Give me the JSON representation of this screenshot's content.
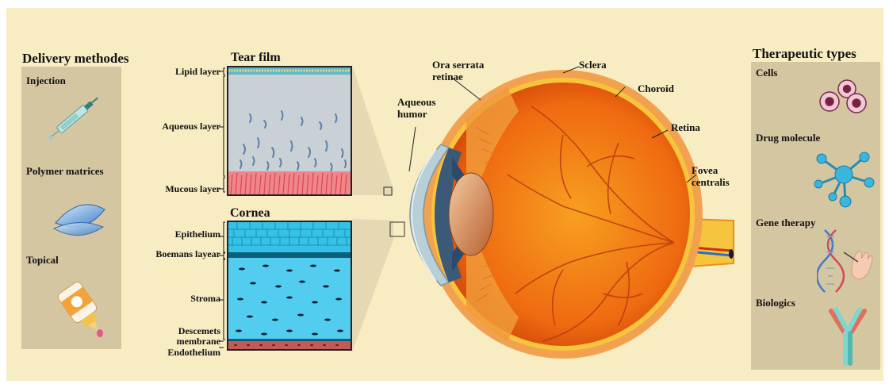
{
  "left_panel": {
    "title": "Delivery methodes",
    "items": [
      {
        "label": "Injection",
        "icon": "syringe-icon"
      },
      {
        "label": "Polymer matrices",
        "icon": "contact-lens-icon"
      },
      {
        "label": "Topical",
        "icon": "eye-drop-bottle-icon"
      }
    ]
  },
  "tear_film": {
    "title": "Tear film",
    "layers": [
      "Lipid layer",
      "Aqueous layer",
      "Mucous layer"
    ]
  },
  "cornea": {
    "title": "Cornea",
    "layers": [
      "Epithelium",
      "Boemans layear",
      "Stroma",
      "Descemets",
      "membrane",
      "Endothelium"
    ]
  },
  "eye": {
    "labels": {
      "ora_serrata_1": "Ora serrata",
      "ora_serrata_2": "retinae",
      "sclera": "Sclera",
      "aqueous_1": "Aqueous",
      "aqueous_2": "humor",
      "choroid": "Choroid",
      "retina": "Retina",
      "fovea_1": "Fovea",
      "fovea_2": "centralis"
    }
  },
  "right_panel": {
    "title": "Therapeutic types",
    "items": [
      {
        "label": "Cells",
        "icon": "cells-icon"
      },
      {
        "label": "Drug molecule",
        "icon": "molecule-icon"
      },
      {
        "label": "Gene therapy",
        "icon": "dna-icon"
      },
      {
        "label": "Biologics",
        "icon": "antibody-icon"
      }
    ]
  },
  "colors": {
    "background": "#f8ecc3",
    "panel": "#d5c6a2",
    "sclera": "#f2a24f",
    "choroid": "#f6c43d",
    "retina": "#ef6a10",
    "vessels": "#b83a10",
    "tear_water": "#c9d1d6",
    "cornea_epithelium": "#34c2e6",
    "cornea_stroma": "#52cdf0",
    "mucous": "#f0868a"
  }
}
